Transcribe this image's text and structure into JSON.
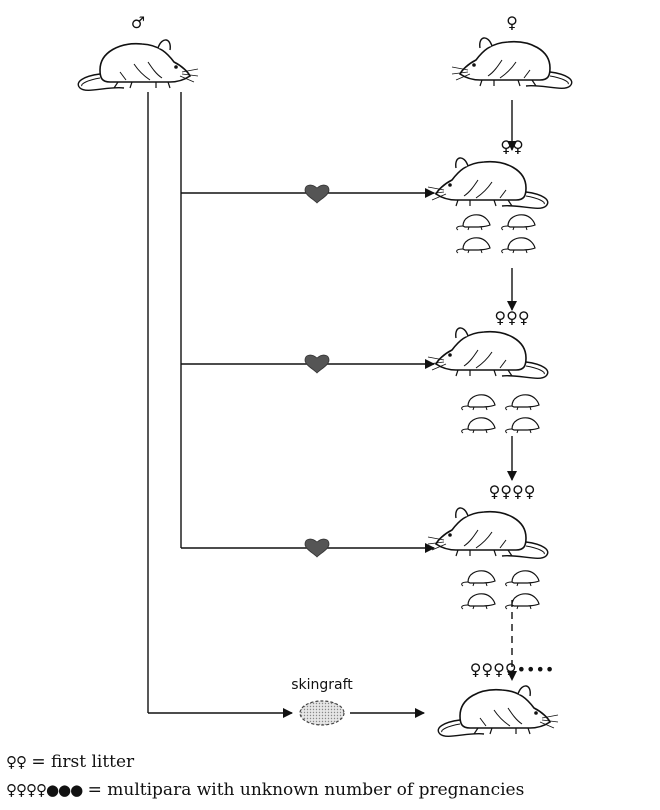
{
  "diagram": {
    "male_symbol": "♂",
    "top_female_symbol": "♀",
    "litter_symbols": [
      "♀♀",
      "♀♀♀",
      "♀♀♀♀"
    ],
    "multipara_symbol": "♀♀♀♀••••",
    "skingraft_label": "skingraft"
  },
  "legend": [
    {
      "symbol": "♀♀",
      "text": "= first litter"
    },
    {
      "symbol": "♀♀♀♀●●●",
      "text": "= multipara with unknown number of pregnancies"
    }
  ]
}
